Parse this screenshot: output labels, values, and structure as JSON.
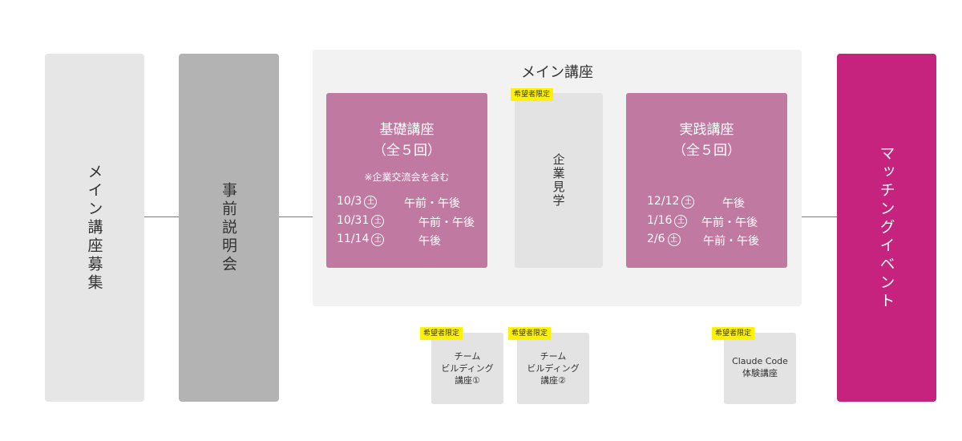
{
  "left_column": {
    "label": "メイン講座募集"
  },
  "briefing_column": {
    "label": "事前説明会"
  },
  "main_panel": {
    "title": "メイン講座",
    "basic_course": {
      "title": "基礎講座",
      "sessions_label": "（全５回）",
      "note": "※企業交流会を含む",
      "schedule": [
        {
          "date": "10/3",
          "day": "土",
          "time": "午前・午後"
        },
        {
          "date": "10/31",
          "day": "土",
          "time": "午前・午後"
        },
        {
          "date": "11/14",
          "day": "土",
          "time": "午後"
        }
      ]
    },
    "company_visit": {
      "badge": "希望者限定",
      "label": "企業見学"
    },
    "practical_course": {
      "title": "実践講座",
      "sessions_label": "（全５回）",
      "schedule": [
        {
          "date": "12/12",
          "day": "土",
          "time": "午後"
        },
        {
          "date": "1/16",
          "day": "土",
          "time": "午前・午後"
        },
        {
          "date": "2/6",
          "day": "土",
          "time": "午前・午後"
        }
      ]
    }
  },
  "optional_courses": [
    {
      "badge": "希望者限定",
      "lines": [
        "チーム",
        "ビルディング",
        "講座①"
      ]
    },
    {
      "badge": "希望者限定",
      "lines": [
        "チーム",
        "ビルディング",
        "講座②"
      ]
    },
    {
      "badge": "希望者限定",
      "lines": [
        "Claude Code",
        "体験講座"
      ]
    }
  ],
  "right_column": {
    "label": "マッチングイベント"
  },
  "colors": {
    "matching": "#c5237d",
    "course_card": "#c07aa2",
    "badge": "#fff200",
    "briefing": "#b3b3b3",
    "recruit": "#e6e6e6",
    "panel": "#f2f2f2"
  }
}
